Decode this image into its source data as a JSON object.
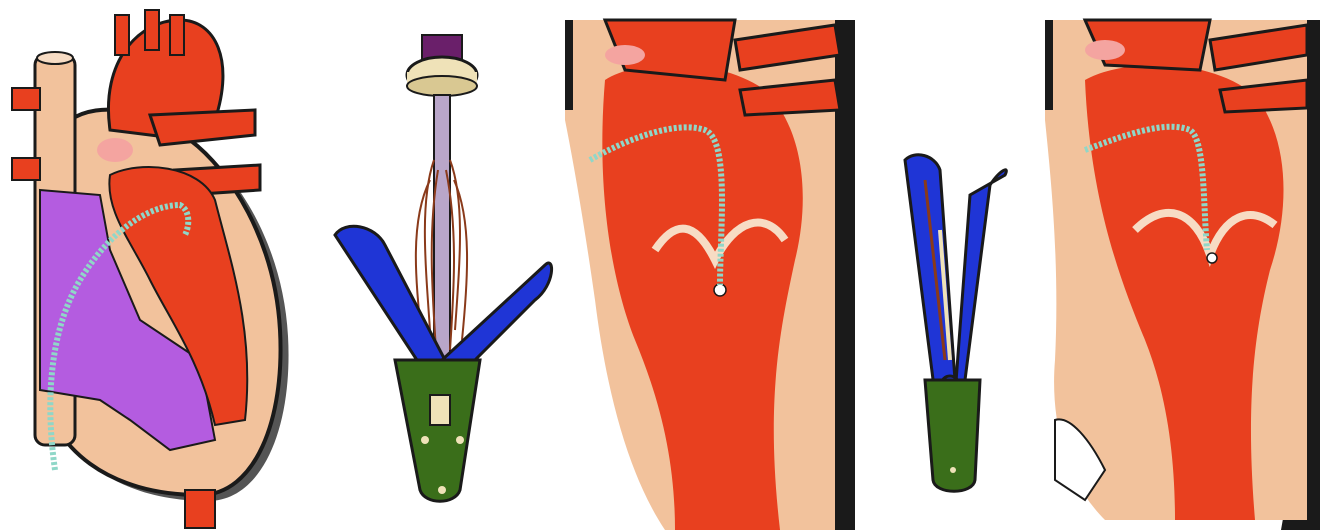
{
  "figure": {
    "panels": [
      {
        "id": "heart",
        "icon": "heart-cutaway-with-catheter"
      },
      {
        "id": "clip-open",
        "icon": "clip-device-open-arms"
      },
      {
        "id": "heart-detail-1",
        "icon": "heart-section-with-catheter"
      },
      {
        "id": "clip-closed",
        "icon": "clip-device-closed-arms"
      },
      {
        "id": "heart-detail-2",
        "icon": "heart-section-clip-deployed"
      }
    ],
    "colors": {
      "blood": "#e8401f",
      "tissue": "#f2c29c",
      "tissue_light": "#f7dcc4",
      "outline": "#1a1a1a",
      "atrium": "#b45ce0",
      "wire": "#8fd7c8",
      "clip_arm": "#1f35d6",
      "clip_base": "#3a6e1a",
      "cap": "#6a1f6a",
      "ring": "#efe2b8"
    }
  }
}
